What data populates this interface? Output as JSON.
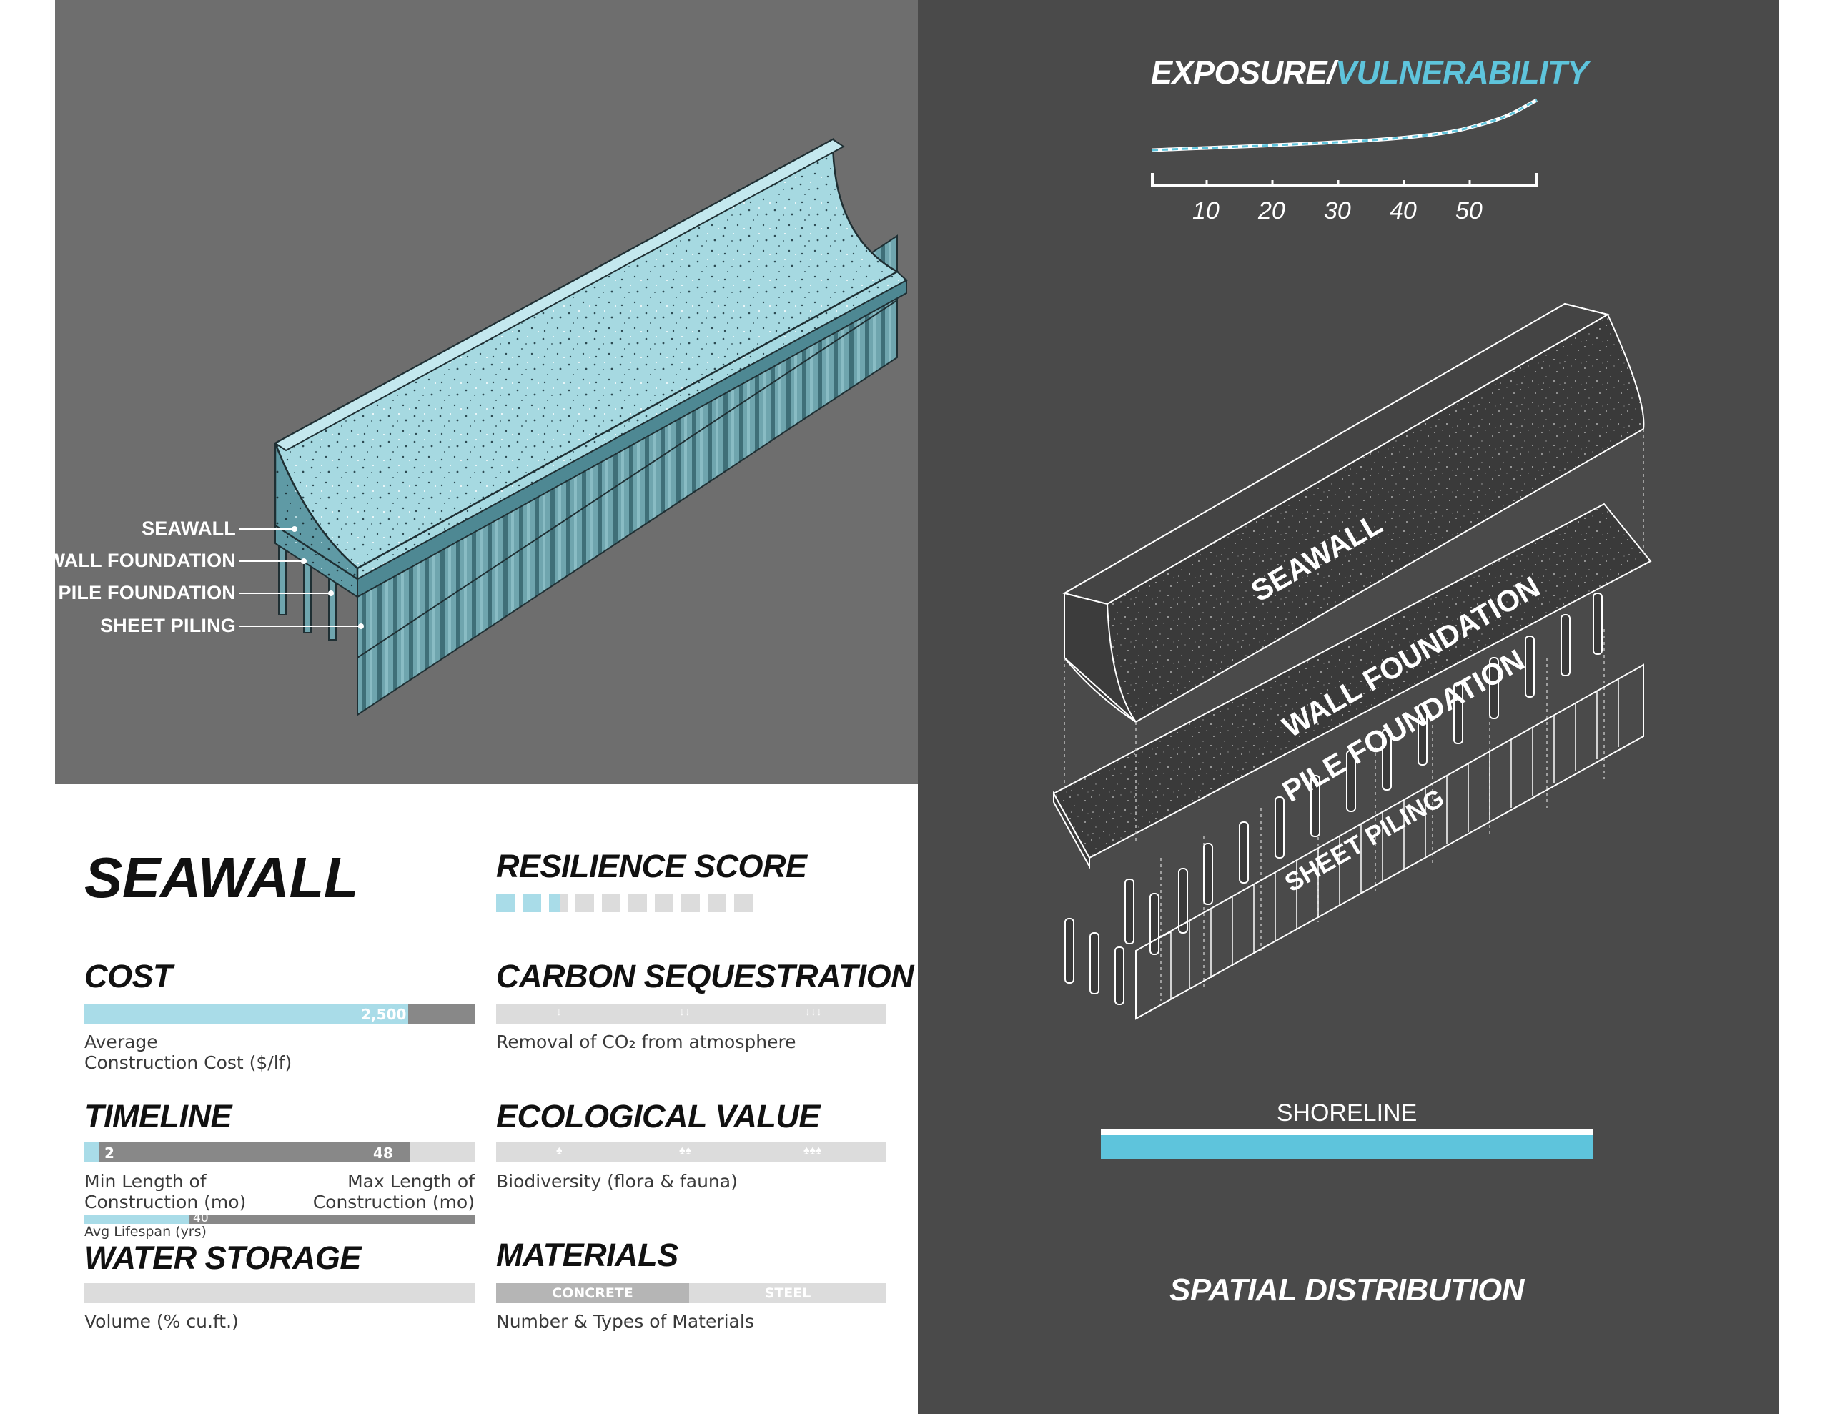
{
  "title": "SEAWALL",
  "callouts": [
    "SEAWALL",
    "WALL FOUNDATION",
    "PILE FOUNDATION",
    "SHEET PILING"
  ],
  "cost": {
    "heading": "COST",
    "value_label": "2,500",
    "fill_fraction": 0.83,
    "caption_line1": "Average",
    "caption_line2": "Construction Cost ($/lf)"
  },
  "timeline": {
    "heading": "TIMELINE",
    "min_label": "2",
    "max_label": "48",
    "min_caption_line1": "Min Length of",
    "min_caption_line2": "Construction (mo)",
    "max_caption_line1": "Max Length of",
    "max_caption_line2": "Construction (mo)",
    "lifespan_label": "40",
    "lifespan_caption": "Avg Lifespan (yrs)"
  },
  "water_storage": {
    "heading": "WATER STORAGE",
    "caption": "Volume (% cu.ft.)"
  },
  "resilience": {
    "heading": "RESILIENCE SCORE",
    "score": 2.6,
    "max": 10
  },
  "carbon": {
    "heading": "CARBON SEQUESTRATION",
    "glyphs": [
      "↓",
      "↓↓",
      "↓↓↓"
    ],
    "caption": "Removal of CO₂ from atmosphere"
  },
  "ecological": {
    "heading": "ECOLOGICAL VALUE",
    "glyphs": [
      "♠",
      "♠♠",
      "♠♠♠"
    ],
    "caption": "Biodiversity (flora & fauna)"
  },
  "materials": {
    "heading": "MATERIALS",
    "items": [
      "CONCRETE",
      "STEEL"
    ],
    "caption": "Number & Types of Materials"
  },
  "exposure": {
    "title_part1": "EXPOSURE/",
    "title_part2": "VULNERABILITY",
    "ticks": [
      "10",
      "20",
      "30",
      "40",
      "50"
    ]
  },
  "exploded_labels": [
    "SEAWALL",
    "WALL FOUNDATION",
    "PILE FOUNDATION",
    "SHEET PILING"
  ],
  "shoreline": "SHORELINE",
  "spatial_distribution": "SPATIAL DISTRIBUTION",
  "colors": {
    "accent": "#a9dce8",
    "shoreline": "#5ec4dc",
    "dark_panel": "#4a4a4a",
    "mid_panel": "#6e6e6e",
    "bar_dark": "#888888",
    "bar_light": "#dcdcdc"
  }
}
